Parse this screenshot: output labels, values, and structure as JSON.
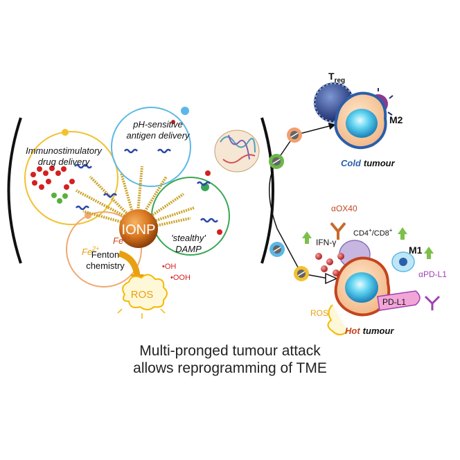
{
  "core_label": "IONP",
  "modules": {
    "immunostimulatory": {
      "line1": "Immunostimulatory",
      "line2": "drug delivery",
      "color": "#f2c12e"
    },
    "ph_sensitive": {
      "line1": "pH-sensitive",
      "line2": "antigen delivery",
      "color": "#5bb8e6"
    },
    "stealthy": {
      "line1": "'stealthy'",
      "line2": "DAMP",
      "color": "#3aa655"
    },
    "fenton": {
      "line1": "Fenton",
      "line2": "chemistry",
      "fe3": "Fe",
      "fe3_sup": "3+",
      "fe2": "Fe",
      "fe2_sup": "2+",
      "color": "#f0a872"
    }
  },
  "ros": {
    "label": "ROS",
    "oh": "•OH",
    "ooh": "•OOH",
    "color": "#f5b800"
  },
  "cold": {
    "word1": "Cold",
    "word2": "tumour",
    "treg": "T",
    "treg_sub": "reg",
    "m2": "M2"
  },
  "hot": {
    "word1": "Hot",
    "word2": "tumour",
    "ifn": "IFN-γ",
    "cd": "CD4",
    "cd_sup1": "+",
    "cd_mid": "/CD8",
    "cd_sup2": "+",
    "m1": "M1",
    "aox40": "αOX40",
    "apdl1": "αPD-L1",
    "pdl1": "PD-L1",
    "ros": "ROS"
  },
  "caption": {
    "line1": "Multi-pronged tumour attack",
    "line2": "allows reprogramming of TME"
  },
  "colors": {
    "blue_cell": "#2a5faa",
    "hot_red": "#c4441e",
    "purple": "#a040b0",
    "green_arrow": "#7cc04a",
    "red_dot": "#e03030"
  }
}
